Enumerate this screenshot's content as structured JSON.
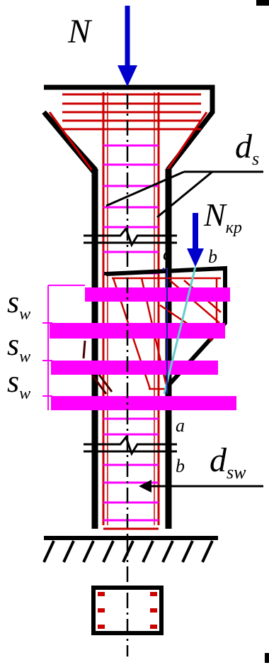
{
  "labels": {
    "N": "N",
    "N_kr_main": "N",
    "N_kr_sub": "кр",
    "d_s_main": "d",
    "d_s_sub": "s",
    "d_sw_main": "d",
    "d_sw_sub": "sw",
    "s_w_main": "s",
    "s_w_sub": "w",
    "a_top": "a",
    "b_top": "b",
    "a_bottom": "a",
    "b_bottom": "b"
  },
  "colors": {
    "outline": "#000000",
    "rebar": "#cc0000",
    "stirrup": "#ff00ff",
    "force": "#0000cc",
    "crack": "#66cccc",
    "blue_line": "#2222aa"
  }
}
